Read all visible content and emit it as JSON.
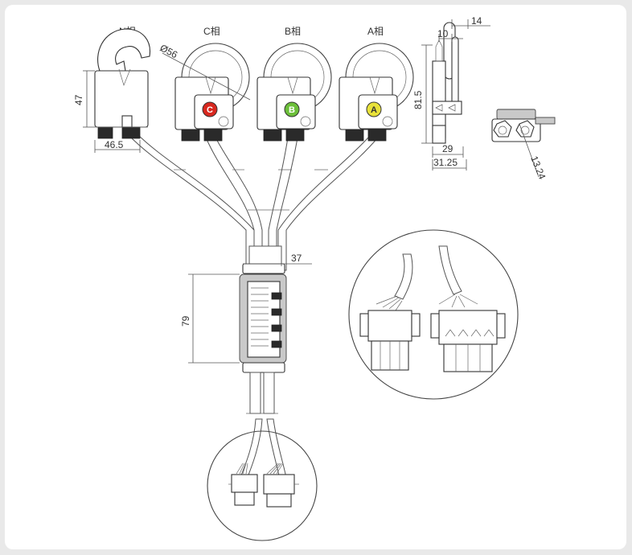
{
  "phase_labels": {
    "n": "N相",
    "c": "C相",
    "b": "B相",
    "a": "A相"
  },
  "phase_badges": {
    "c": "C",
    "b": "B",
    "a": "A"
  },
  "badge_colors": {
    "c": "#d8281f",
    "b": "#6cbf3a",
    "a": "#e8e23a"
  },
  "dimensions": {
    "height_47": "47",
    "width_46_5": "46.5",
    "diameter_56": "Ø56",
    "height_81_5": "81.5",
    "width_14": "14",
    "width_10": "10",
    "width_29": "29",
    "width_31_25": "31.25",
    "size_13_24": "13.24",
    "width_37": "37",
    "height_79": "79"
  }
}
